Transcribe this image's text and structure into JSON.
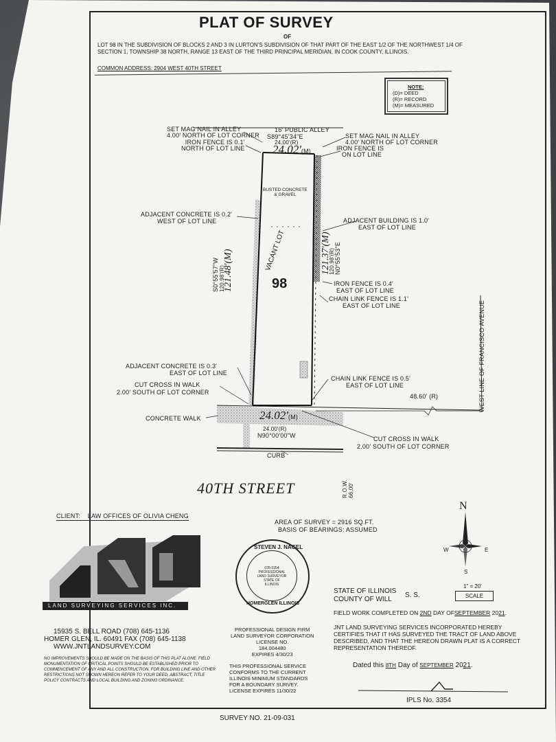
{
  "title": "PLAT OF SURVEY",
  "title_of": "OF",
  "legal_description": "LOT 98 IN THE SUBDIVISION OF BLOCKS 2 AND 3 IN LURTON'S SUBDIVISION OF THAT PART OF THE EAST 1/2 OF THE NORTHWEST 1/4 OF SECTION 1, TOWNSHIP 38 NORTH, RANGE 13 EAST OF THE THIRD PRINCIPAL MERIDIAN, IN COOK COUNTY, ILLINOIS.",
  "common_address": "COMMON ADDRESS: 2904 WEST 40TH STREET",
  "note": {
    "heading": "NOTE:",
    "lines": [
      "(D)= DEED",
      "(R)= RECORD",
      "(M)= MEASURED"
    ]
  },
  "plat": {
    "set_mag_nail_left": [
      "SET MAG NAIL IN ALLEY",
      "4.00' NORTH OF LOT CORNER"
    ],
    "iron_fence_left": [
      "IRON FENCE IS 0.1'",
      "NORTH OF LOT LINE"
    ],
    "public_alley": "16' PUBLIC ALLEY",
    "north_bearing": "S89°45'34\"E",
    "north_record": "24.00'(R)",
    "north_measured": "24.02'",
    "north_measured_suffix": "(M)",
    "set_mag_nail_right": [
      "SET MAG NAIL IN ALLEY",
      "4.00' NORTH OF LOT CORNER"
    ],
    "iron_fence_right": [
      "IRON FENCE IS",
      "ON LOT LINE"
    ],
    "busted_concrete": [
      "BUSTED CONCRETE",
      "& GRAVEL"
    ],
    "adjacent_concrete_west": [
      "ADJACENT CONCRETE IS 0.2'",
      "WEST OF LOT LINE"
    ],
    "adjacent_building": [
      "ADJACENT BUILDING IS 1.0'",
      "EAST OF LOT LINE"
    ],
    "west_bearing": "S0°55'57\"W",
    "west_record": "120.98'(R)",
    "west_measured": "121.48'(M)",
    "vacant_lot": "VACANT LOT",
    "lot_number": "98",
    "east_measured": "121.37'(M)",
    "east_record": "120.98'(R)",
    "east_bearing": "N0°55'53\"E",
    "iron_fence_east": [
      "IRON FENCE IS 0.4'",
      "EAST OF LOT LINE"
    ],
    "chain_link_fence_east": [
      "CHAIN LINK FENCE IS 1.1'",
      "EAST OF LOT LINE"
    ],
    "west_line_francisco": "WEST LINE OF FRANCISCO AVENUE",
    "adjacent_concrete_east": [
      "ADJACENT CONCRETE IS 0.3'",
      "EAST OF LOT LINE"
    ],
    "cut_cross_left": [
      "CUT CROSS IN WALK",
      "2.00' SOUTH OF LOT CORNER"
    ],
    "chain_link_fence_south": [
      "CHAIN LINK FENCE IS 0.5'",
      "EAST OF LOT LINE"
    ],
    "francisco_dist": "48.60' (R)",
    "concrete_walk": "CONCRETE WALK",
    "south_measured": "24.02'",
    "south_measured_suffix": "(M)",
    "south_record": "24.00'(R)",
    "south_bearing": "N90°00'00\"W",
    "cut_cross_right": [
      "CUT CROSS IN WALK",
      "2.00' SOUTH OF LOT CORNER"
    ],
    "curb": "CURB",
    "street": "40TH STREET",
    "row": [
      "R.O.W.",
      "66.00'"
    ]
  },
  "client": {
    "label": "CLIENT:",
    "name": "LAW OFFICES OF OLIVIA CHENG"
  },
  "area": "AREA OF SURVEY = 2916 SQ.FT.",
  "basis": "BASIS OF BEARINGS: ASSUMED",
  "compass": {
    "n": "N",
    "s": "S",
    "e": "E",
    "w": "W"
  },
  "logo_band": "LAND SURVEYING SERVICES INC.",
  "company": {
    "address1": "15935 S. BELL ROAD   (708) 645-1136",
    "address2": "HOMER GLEN, IL. 60491  FAX (708) 645-1138",
    "web": "WWW.JNTLANDSURVEY.COM"
  },
  "disclaimer": "NO IMPROVEMENTS SHOULD BE MADE ON THE BASIS OF THIS PLAT ALONE. FIELD MONUMENTATION OF CRITICAL POINTS SHOULD BE ESTABLISHED PRIOR TO COMMENCEMENT OF ANY AND ALL CONSTRUCTION. FOR BUILDING LINE AND OTHER RESTRICTIONS NOT SHOWN HEREON REFER TO YOUR DEED, ABSTRACT, TITLE POLICY CONTRACTS AND LOCAL BUILDING AND ZONING ORDINANCE.",
  "seal": {
    "name": "STEVEN J. NAGEL",
    "place": "HOMERGLEN ILLINOIS",
    "inner": [
      "035-3354",
      "PROFESSIONAL",
      "LAND SURVEYOR",
      "STATE OF",
      "ILLINOIS"
    ]
  },
  "firm": [
    "PROFESSIONAL DESIGN FIRM",
    "LAND SURVEYOR CORPORATION",
    "LICENSE NO.",
    "184.004480",
    "EXPIRES 4/30/23"
  ],
  "service": [
    "THIS PROFESSIONAL SERVICE",
    "CONFORMS TO THE CURRENT",
    "ILLINOIS MINIMUM STANDARDS",
    "FOR A BOUNDARY SURVEY.",
    "LICENSE EXPIRES 11/30/22"
  ],
  "state": [
    "STATE OF ILLINOIS",
    "COUNTY OF WILL"
  ],
  "ss": "S. S.",
  "scale_value": "1\" = 20'",
  "scale_label": "SCALE",
  "field_work": {
    "pre": "FIELD WORK COMPLETED ON",
    "day": "2ND",
    "mid": "DAY OF",
    "month": "SEPTEMBER",
    "year": "20",
    "yy": "21",
    "end": "."
  },
  "certification": "JNT LAND SURVEYING SERVICES INCORPORATED HEREBY CERTIFIES THAT IT HAS SURVEYED THE TRACT OF LAND ABOVE DESCRIBED, AND THAT THE HEREON DRAWN PLAT IS A CORRECT REPRESENTATION THEREOF.",
  "dated": {
    "pre": "Dated this",
    "day": "8TH",
    "mid": "Day of",
    "month": "SEPTEMBER",
    "year": "20",
    "yy": "21",
    "end": "."
  },
  "ipls": "IPLS No. 3354",
  "survey_no": "SURVEY NO.   21-09-031"
}
